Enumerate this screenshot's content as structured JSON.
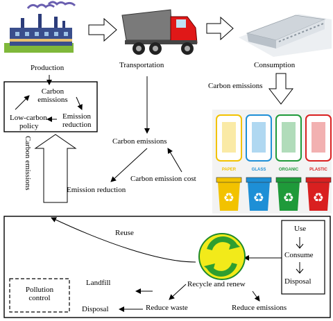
{
  "nodes": {
    "production": "Production",
    "transportation": "Transportation",
    "consumption": "Consumption",
    "carbon_emissions_top_right": "Carbon emissions",
    "carbon_emissions_box_line1": "Carbon",
    "carbon_emissions_box_line2": "emissions",
    "low_carbon_line1": "Low-carbon",
    "low_carbon_line2": "policy",
    "emission_reduction_box_line1": "Emission",
    "emission_reduction_box_line2": "reduction",
    "carbon_emissions_center": "Carbon emissions",
    "carbon_emission_cost": "Carbon emission cost",
    "emission_reduction_center": "Emission reduction",
    "carbon_emissions_vertical": "Carbon emissions",
    "reuse": "Reuse",
    "landfill": "Landfill",
    "pollution_line1": "Pollution",
    "pollution_line2": "control",
    "recycle_renew": "Recycle and renew",
    "reduce_waste": "Reduce waste",
    "disposal_bottom": "Disposal",
    "reduce_emissions": "Reduce emissions",
    "use": "Use",
    "consume": "Consume",
    "disposal_right": "Disposal"
  },
  "bins": [
    {
      "label": "PAPER",
      "color": "#f2c200"
    },
    {
      "label": "GLASS",
      "color": "#1e8fd6"
    },
    {
      "label": "ORGANIC",
      "color": "#1f9a3a"
    },
    {
      "label": "PLASTIC",
      "color": "#d92020"
    }
  ],
  "icons": [
    "factory-icon",
    "dump-truck-icon",
    "warehouse-icon",
    "recycling-bins-icon",
    "recycle-symbol-icon"
  ]
}
